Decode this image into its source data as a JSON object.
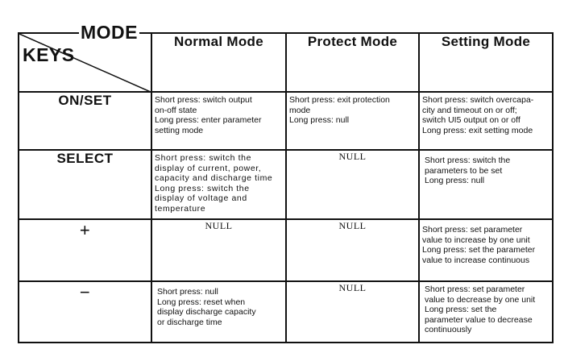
{
  "header": {
    "corner_mode": "MODE",
    "corner_keys": "KEYS",
    "modes": [
      "Normal Mode",
      "Protect Mode",
      "Setting Mode"
    ]
  },
  "rows": [
    {
      "key": "ON/SET",
      "normal": "Short press: switch output\non-off state\nLong press: enter parameter\nsetting mode",
      "protect": "Short press: exit protection\nmode\nLong press: null",
      "setting": "Short press: switch overcapa-\ncity and timeout on or off;\nswitch UI5 output on or off\nLong press: exit setting mode"
    },
    {
      "key": "SELECT",
      "normal": "Short press: switch the\ndisplay of current, power,\ncapacity and discharge time\nLong press: switch the\ndisplay of voltage and\ntemperature",
      "protect": "NULL",
      "setting": "Short press: switch the\nparameters to be set\nLong press: null"
    },
    {
      "key": "+",
      "normal": "NULL",
      "protect": "NULL",
      "setting": "Short press: set parameter\nvalue to increase by one unit\nLong press: set the parameter\nvalue to increase continuous"
    },
    {
      "key": "−",
      "normal": "Short press: null\nLong press: reset when\ndisplay discharge capacity\nor discharge time",
      "protect": "NULL",
      "setting": "Short press: set parameter\nvalue to decrease by one unit\nLong press: set the\nparameter value to decrease\ncontinuously"
    }
  ]
}
